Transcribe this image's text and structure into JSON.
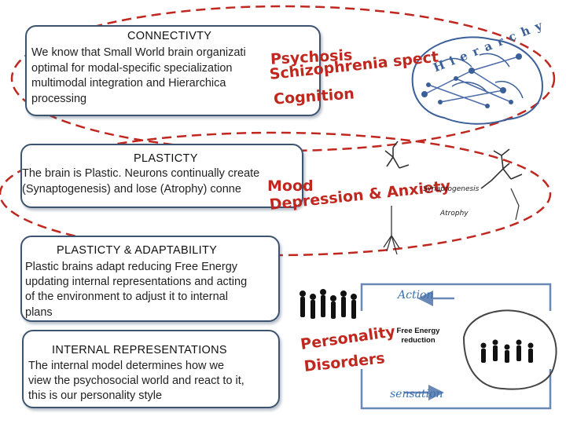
{
  "connectivity": {
    "title": "CONNECTIVTY",
    "lines": [
      "We know that Small World brain organizati",
      "optimal for modal-specific specialization",
      "multimodal integration  and Hierarchica",
      "processing"
    ]
  },
  "plasticity": {
    "title": "PLASTICTY",
    "lines": [
      "The brain is Plastic. Neurons continually create",
      "(Synaptogenesis)  and lose (Atrophy) conne"
    ]
  },
  "adaptability": {
    "title": "PLASTICTY & ADAPTABILITY",
    "lines": [
      "Plastic brains adapt reducing Free Energy",
      "updating internal representations and acting",
      "of the environment to adjust it to internal",
      "plans"
    ]
  },
  "internal": {
    "title": "INTERNAL REPRESENTATIONS",
    "lines": [
      "The internal model determines how we",
      "view the psychosocial world and react to it,",
      "this is our personality style"
    ]
  },
  "disorders": {
    "psychosis": "Psychosis",
    "schizophrenia": "Schizophrenia spect",
    "cognition": "Cognition",
    "mood": "Mood",
    "depression_anxiety": "Depression & Anxiety",
    "personality": "Personality",
    "disorders": "Disorders"
  },
  "hierarchy_label": "Hierarchy",
  "synaptogenesis_label": "Synaptogenesis",
  "atrophy_label": "Atrophy",
  "cycle": {
    "action": "Action",
    "free_energy": "Free Energy reduction",
    "sensation": "sensation"
  },
  "colors": {
    "red": "#c0281f",
    "box_border": "#3d5470",
    "blue": "#3a6fb0"
  }
}
